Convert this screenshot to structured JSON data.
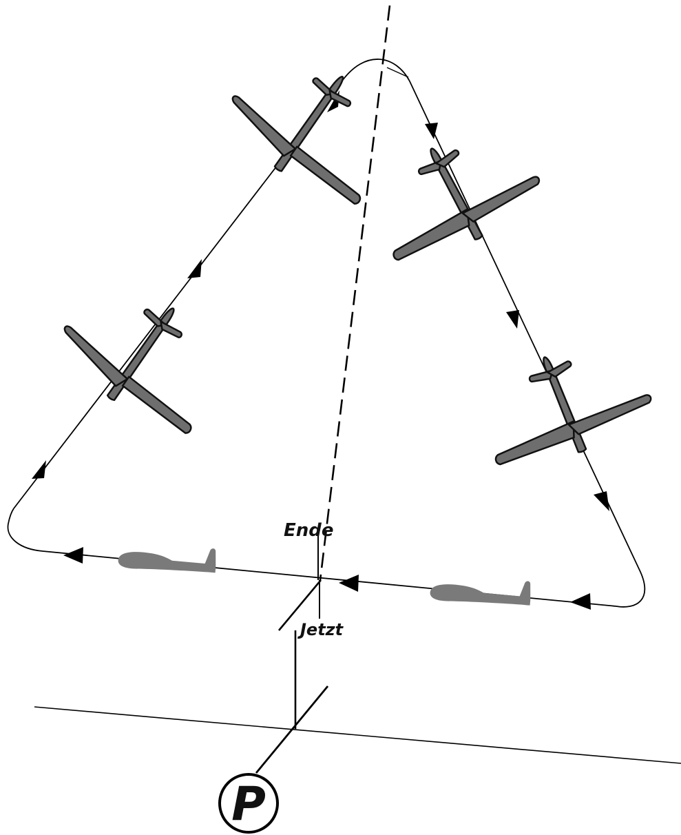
{
  "labels": {
    "end": "Ende",
    "now": "Jetzt",
    "pilot": "P"
  },
  "colors": {
    "line": "#000000",
    "glider_fill": "#6e6e6e",
    "glider_outline": "#111111",
    "background": "#ffffff"
  },
  "icons": [
    "glider-icon",
    "direction-arrow-icon",
    "pilot-marker-icon"
  ]
}
